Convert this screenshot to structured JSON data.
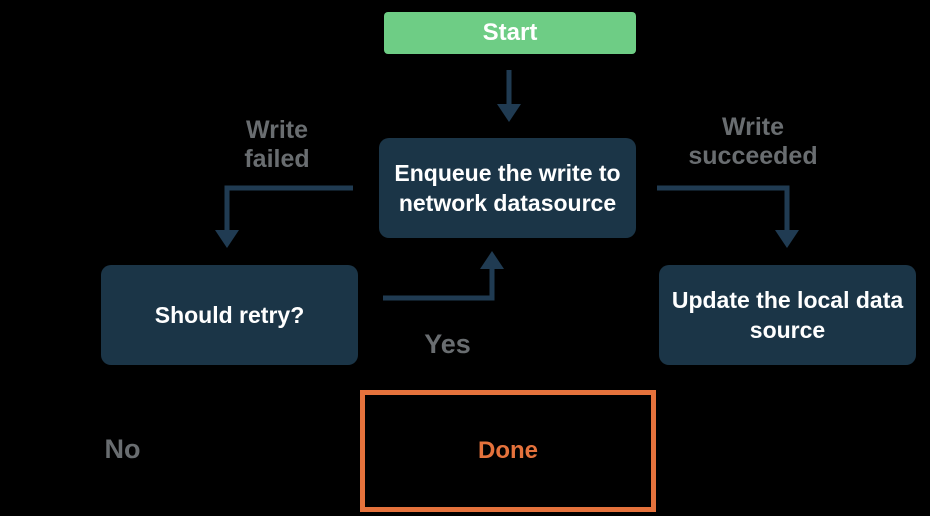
{
  "diagram": {
    "type": "flowchart",
    "colors": {
      "background": "#000000",
      "start_fill": "#6ecd85",
      "node_fill": "#1b3547",
      "node_text": "#ffffff",
      "arrow": "#203b52",
      "label_text": "#696d70",
      "done_accent": "#e5723c"
    },
    "nodes": {
      "start": {
        "lines": [
          "Start"
        ]
      },
      "enqueue": {
        "lines": [
          "Enqueue the write to",
          "network datasource"
        ]
      },
      "should_retry": {
        "lines": [
          "Should retry?"
        ]
      },
      "update_local": {
        "lines": [
          "Update the local data",
          "source"
        ]
      },
      "done": {
        "lines": [
          "Done"
        ]
      }
    },
    "edge_labels": {
      "write_failed": {
        "lines": [
          "Write",
          "failed"
        ]
      },
      "write_succeeded": {
        "lines": [
          "Write",
          "succeeded"
        ]
      },
      "yes": {
        "lines": [
          "Yes"
        ]
      },
      "no": {
        "lines": [
          "No"
        ]
      }
    }
  }
}
